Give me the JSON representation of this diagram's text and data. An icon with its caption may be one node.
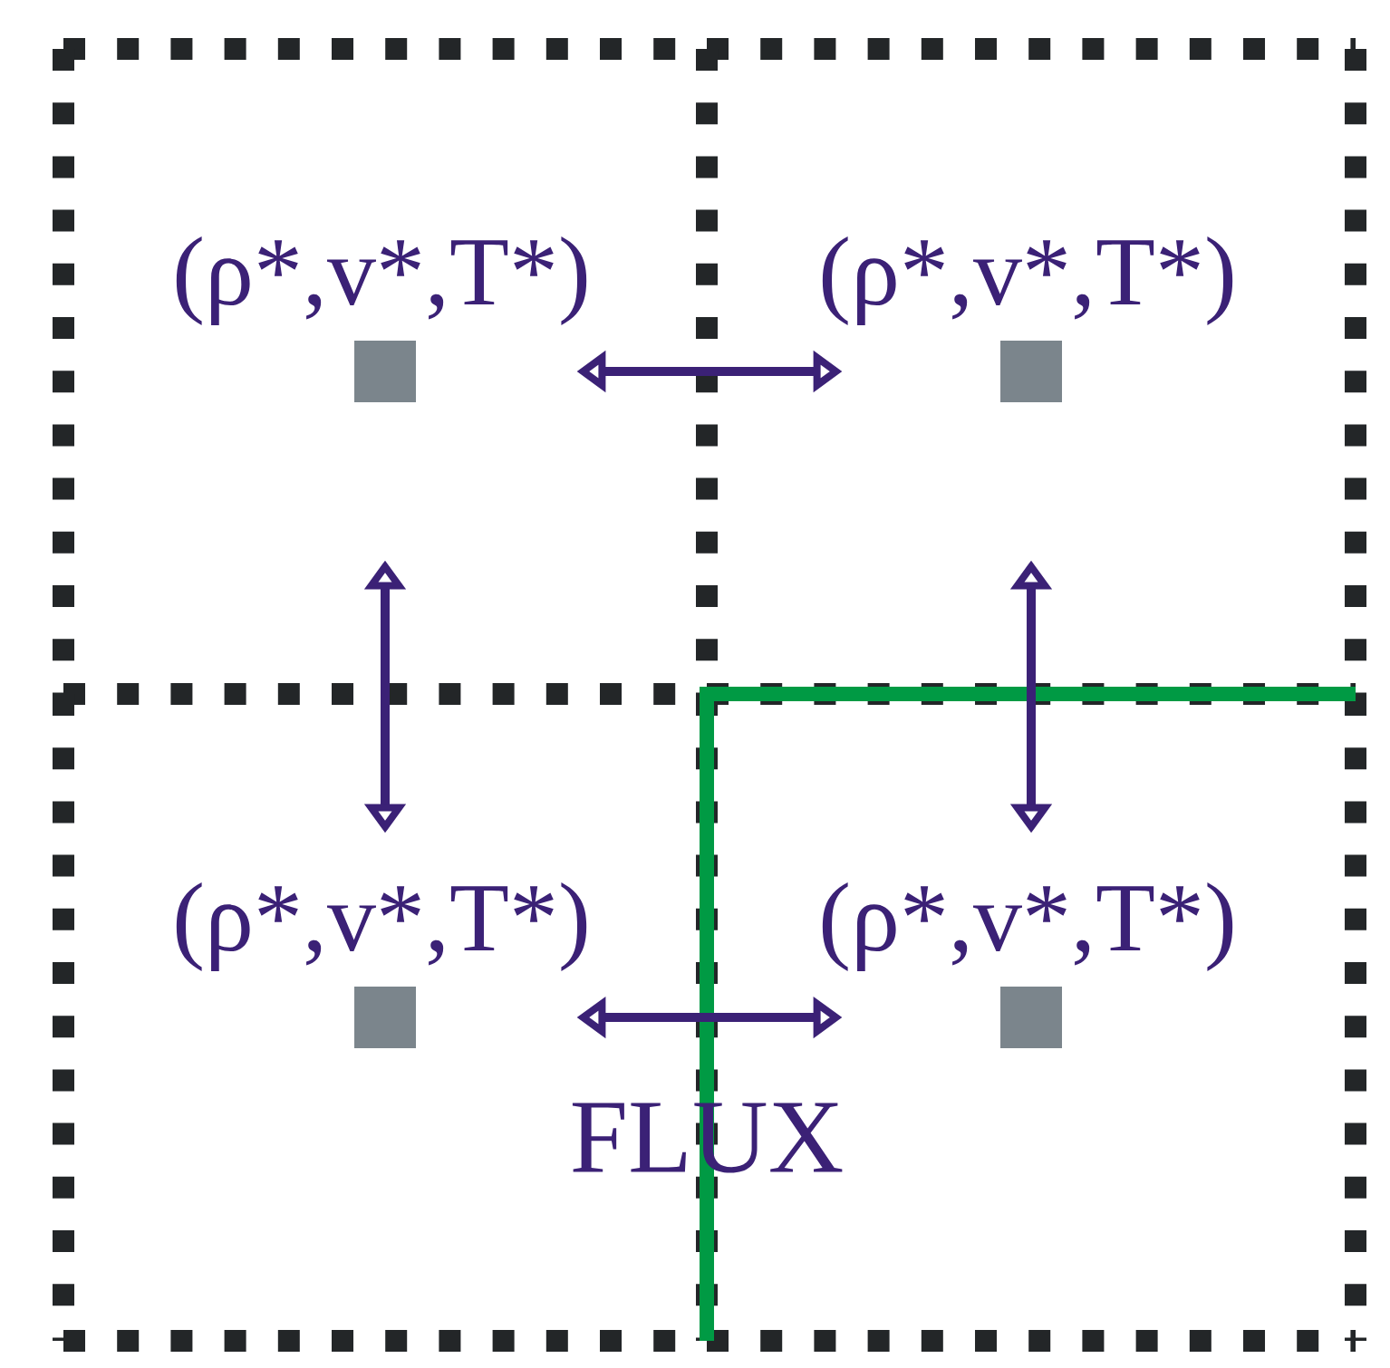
{
  "diagram": {
    "nodes": [
      {
        "text": [
          "(ρ*,v*,T*)"
        ]
      },
      {
        "text": [
          "(ρ*,v*,T*)"
        ]
      },
      {
        "text": [
          "(ρ*,v*,T*)"
        ]
      },
      {
        "text": [
          "(ρ*,v*,T*)"
        ]
      }
    ],
    "edges": [
      {
        "from": 0,
        "to": 1,
        "arrow": "both"
      },
      {
        "from": 0,
        "to": 2,
        "arrow": "both"
      },
      {
        "from": 1,
        "to": 3,
        "arrow": "both"
      },
      {
        "from": 2,
        "to": 3,
        "arrow": "both"
      }
    ],
    "labels": [
      "FLUX"
    ]
  }
}
